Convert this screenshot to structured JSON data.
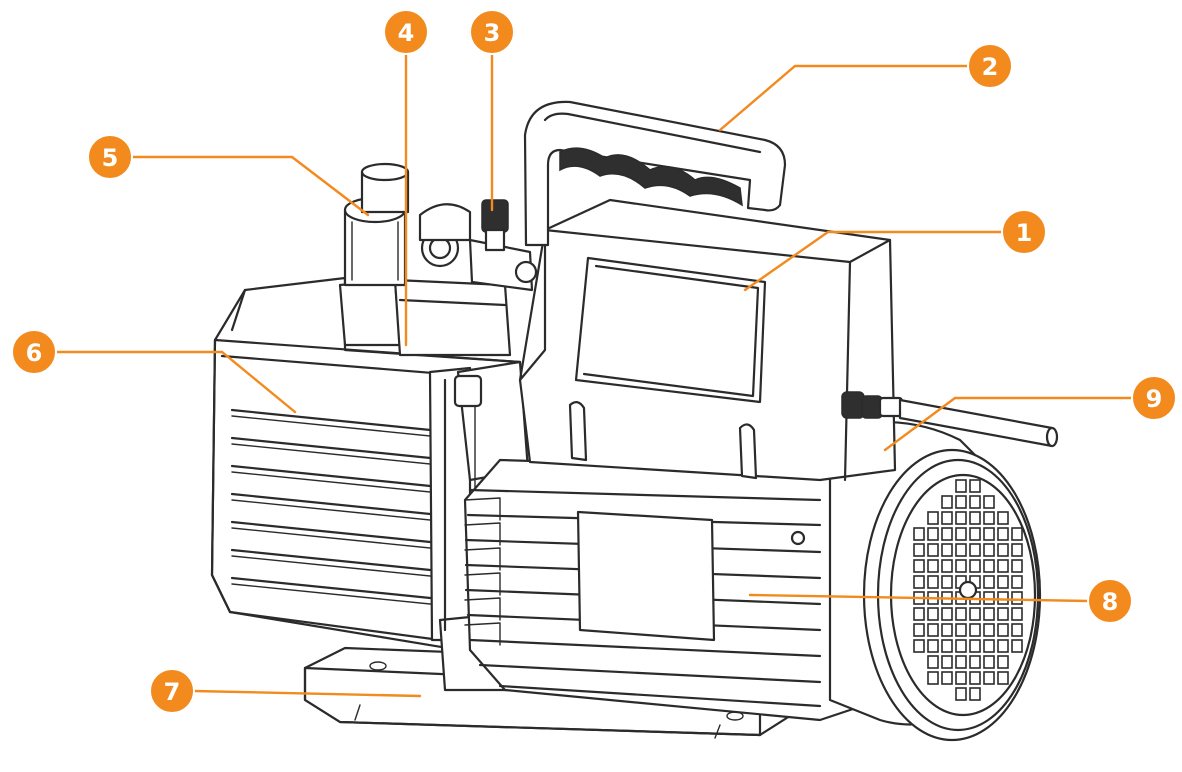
{
  "diagram": {
    "accent_color": "#F28A1E",
    "callouts": [
      {
        "id": "1",
        "label": "1"
      },
      {
        "id": "2",
        "label": "2"
      },
      {
        "id": "3",
        "label": "3"
      },
      {
        "id": "4",
        "label": "4"
      },
      {
        "id": "5",
        "label": "5"
      },
      {
        "id": "6",
        "label": "6"
      },
      {
        "id": "7",
        "label": "7"
      },
      {
        "id": "8",
        "label": "8"
      },
      {
        "id": "9",
        "label": "9"
      }
    ]
  }
}
